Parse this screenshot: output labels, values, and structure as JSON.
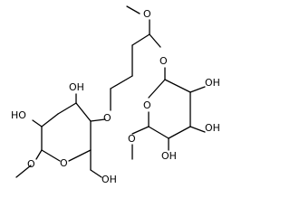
{
  "molecule": {
    "atoms": {
      "o_ring_left": "O",
      "o_ring_right": "O",
      "o_ether_left": "O",
      "o_ether_right": "O",
      "o_methoxy_top": "O",
      "o_methoxy_left_bottom": "O",
      "o_methoxy_right": "O",
      "oh_left_top": "OH",
      "oh_left_mid": "HO",
      "oh_left_ch2": "OH",
      "oh_right_1": "OH",
      "oh_right_2": "OH",
      "oh_right_3": "OH"
    }
  }
}
